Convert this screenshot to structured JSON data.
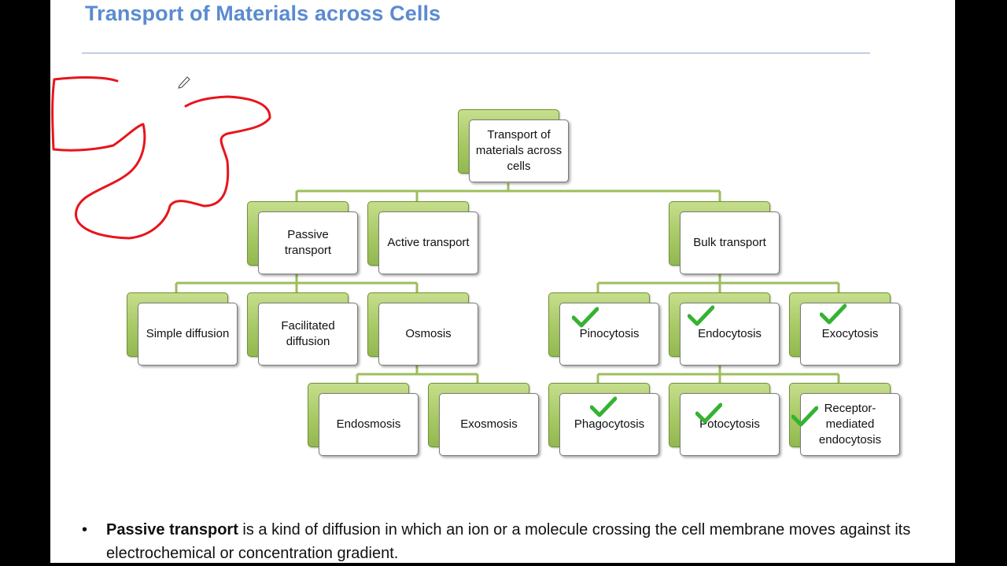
{
  "slide": {
    "title": "Transport of Materials across Cells"
  },
  "diagram": {
    "root": "Transport of materials across cells",
    "passive": "Passive transport",
    "active": "Active transport",
    "bulk": "Bulk transport",
    "simple": "Simple diffusion",
    "facilitated": "Facilitated diffusion",
    "osmosis": "Osmosis",
    "endosmosis": "Endosmosis",
    "exosmosis": "Exosmosis",
    "pinocytosis": "Pinocytosis",
    "endocytosis": "Endocytosis",
    "exocytosis": "Exocytosis",
    "phagocytosis": "Phagocytosis",
    "potocytosis": "Potocytosis",
    "receptor": "Receptor-mediated endocytosis"
  },
  "bullet": {
    "marker": "•",
    "term": "Passive transport",
    "text": " is a kind of diffusion in which an ion or a molecule crossing the cell membrane moves against its electrochemical or concentration gradient."
  },
  "colors": {
    "title": "#5b8bd0",
    "annotation": "#e8141c",
    "check": "#36b233",
    "connector": "#9dbd5c"
  }
}
